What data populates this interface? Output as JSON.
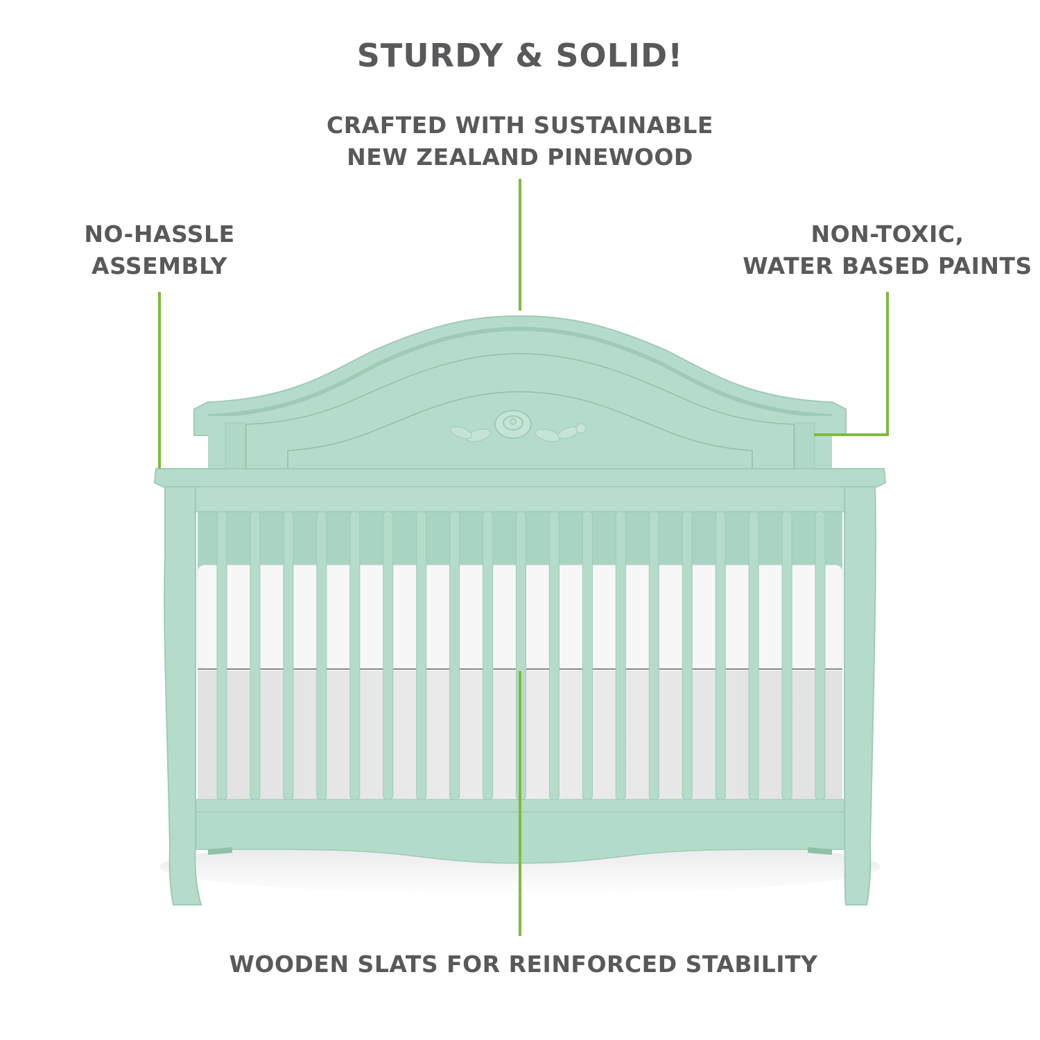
{
  "title": "STURDY & SOLID!",
  "callouts": {
    "top": {
      "line1": "CRAFTED WITH SUSTAINABLE",
      "line2": "NEW ZEALAND PINEWOOD"
    },
    "left": {
      "line1": "NO-HASSLE",
      "line2": "ASSEMBLY"
    },
    "right": {
      "line1": "NON-TOXIC,",
      "line2": "WATER BASED PAINTS"
    },
    "bottom": {
      "line1": "WOODEN SLATS FOR REINFORCED STABILITY"
    }
  },
  "colors": {
    "text": "#58595b",
    "leader_line": "#7dbb3c",
    "crib_mint": "#b5dccb",
    "crib_mint_dark": "#9fcab7",
    "mattress": "#f7f7f7",
    "skirt": "#e4e4e4"
  },
  "product": {
    "name": "mint convertible crib with rose carving",
    "slat_count": 19
  }
}
